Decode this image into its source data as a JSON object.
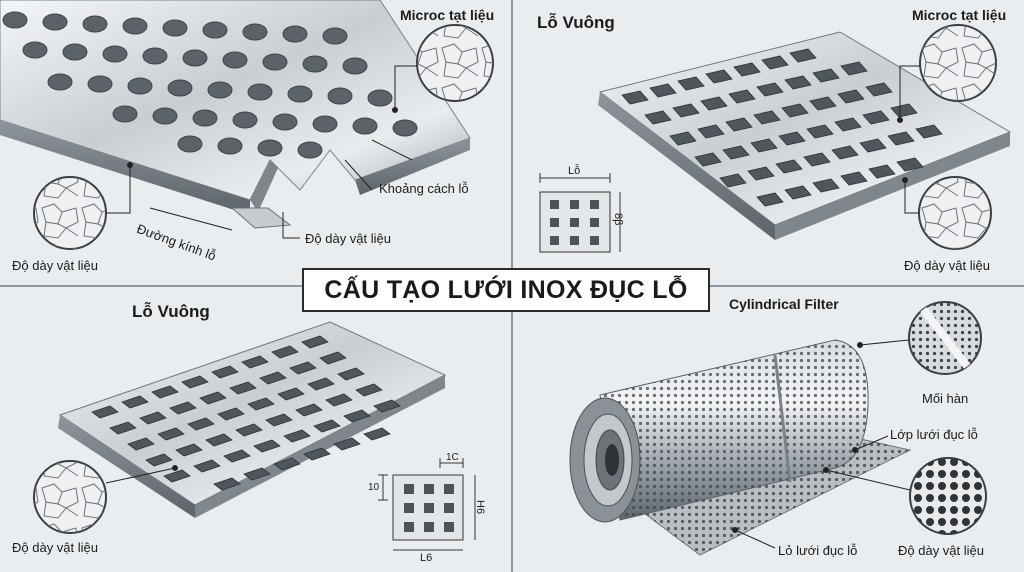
{
  "title": "CẤU TẠO LƯỚI INOX ĐỤC LỖ",
  "panel_round": {
    "microc": "Microc tạt liệu",
    "spacing": "Khoảng cách lỗ",
    "diameter": "Đường kính lỗ",
    "thickness_mid": "Độ dày vật liệu",
    "thickness_left": "Độ dày vật liệu"
  },
  "panel_square_top": {
    "heading": "Lỗ Vuông",
    "microc": "Microc tạt liệu",
    "dim_width": "Lỗ",
    "dim_height": "8β",
    "thickness": "Độ dày vật liệu"
  },
  "panel_square_bottom": {
    "heading": "Lỗ Vuông",
    "dim_top": "1C",
    "dim_left": "10",
    "dim_right": "H6",
    "dim_bottom": "L6",
    "thickness": "Độ dày vật liệu"
  },
  "panel_cylinder": {
    "heading": "Cylindrical Filter",
    "weld": "Mối hàn",
    "mesh_layer": "Lớp lưới đục lỗ",
    "mesh_hole": "Lỏ lưới đục lỗ",
    "thickness": "Độ dày vật liệu"
  }
}
